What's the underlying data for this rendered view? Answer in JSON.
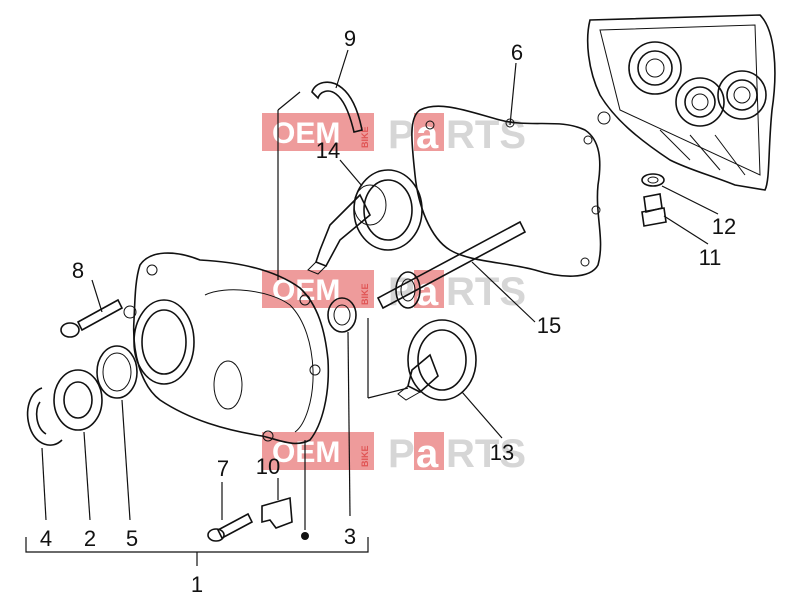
{
  "callouts": {
    "c1": "1",
    "c2": "2",
    "c3": "3",
    "c4": "4",
    "c5": "5",
    "c6": "6",
    "c7": "7",
    "c8": "8",
    "c9": "9",
    "c10": "10",
    "c11": "11",
    "c12": "12",
    "c13": "13",
    "c14": "14",
    "c15": "15"
  },
  "watermark": {
    "oem": "OEM",
    "bike": "BIKE",
    "parts_p": "P",
    "parts_a": "a",
    "parts_rts": "RTS"
  },
  "colors": {
    "ink": "#111111",
    "watermark_red": "#e87a7a",
    "watermark_gray": "#cfcfcf"
  }
}
